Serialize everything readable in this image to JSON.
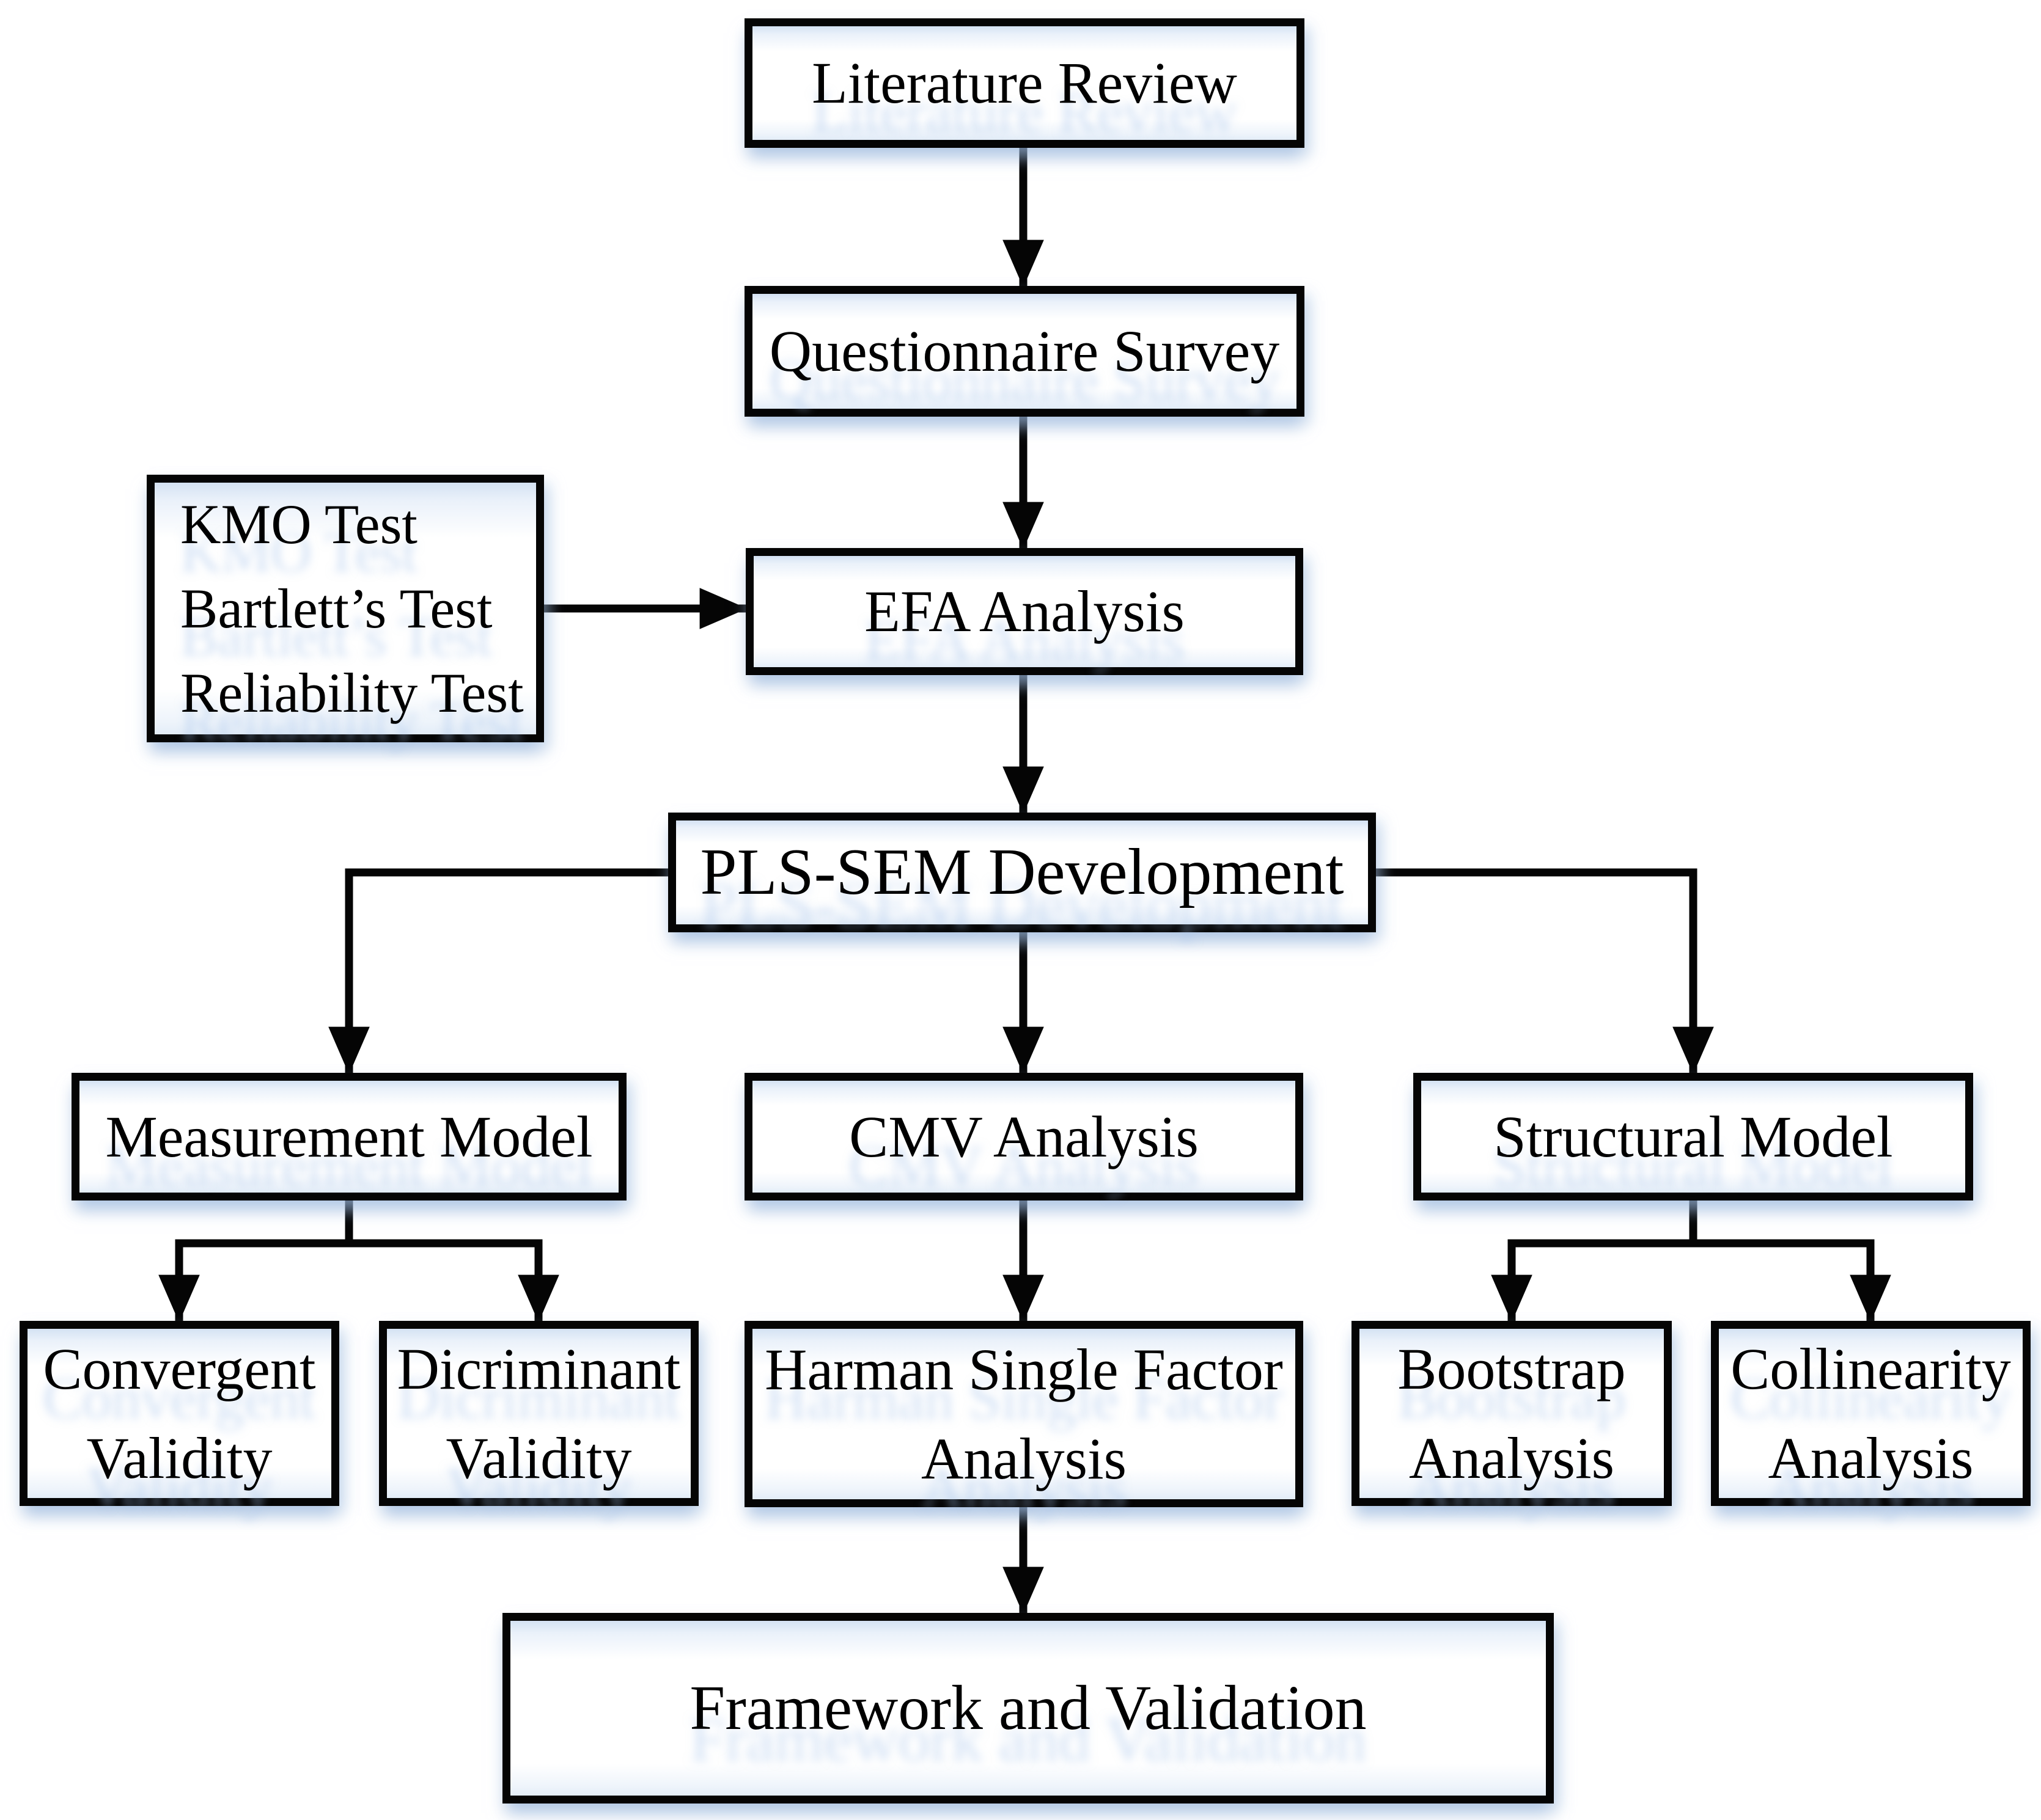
{
  "diagram": {
    "type": "flowchart",
    "nodes": [
      {
        "id": "literature",
        "label": "Literature Review"
      },
      {
        "id": "questionnaire",
        "label": "Questionnaire Survey"
      },
      {
        "id": "kmo",
        "label": "KMO Test\nBartlett’s Test\nReliability Test"
      },
      {
        "id": "efa",
        "label": "EFA Analysis"
      },
      {
        "id": "plssem",
        "label": "PLS-SEM Development"
      },
      {
        "id": "measurement",
        "label": "Measurement Model"
      },
      {
        "id": "cmv",
        "label": "CMV Analysis"
      },
      {
        "id": "structural",
        "label": "Structural Model"
      },
      {
        "id": "convergent",
        "label": "Convergent\nValidity"
      },
      {
        "id": "dicriminant",
        "label": "Dicriminant\nValidity"
      },
      {
        "id": "harman",
        "label": "Harman Single Factor\nAnalysis"
      },
      {
        "id": "bootstrap",
        "label": "Bootstrap\nAnalysis"
      },
      {
        "id": "collinearity",
        "label": "Collinearity\nAnalysis"
      },
      {
        "id": "framework",
        "label": "Framework and Validation"
      }
    ],
    "edges": [
      {
        "from": "literature",
        "to": "questionnaire"
      },
      {
        "from": "questionnaire",
        "to": "efa"
      },
      {
        "from": "kmo",
        "to": "efa"
      },
      {
        "from": "efa",
        "to": "plssem"
      },
      {
        "from": "plssem",
        "to": "measurement"
      },
      {
        "from": "plssem",
        "to": "cmv"
      },
      {
        "from": "plssem",
        "to": "structural"
      },
      {
        "from": "measurement",
        "to": "convergent"
      },
      {
        "from": "measurement",
        "to": "dicriminant"
      },
      {
        "from": "cmv",
        "to": "harman"
      },
      {
        "from": "structural",
        "to": "bootstrap"
      },
      {
        "from": "structural",
        "to": "collinearity"
      },
      {
        "from": "harman",
        "to": "framework"
      }
    ],
    "colors": {
      "line": "#050505",
      "box_border": "#050505",
      "box_fill": "#ffffff",
      "text": "#000000",
      "shadow_tint": "#cfdff4"
    }
  }
}
